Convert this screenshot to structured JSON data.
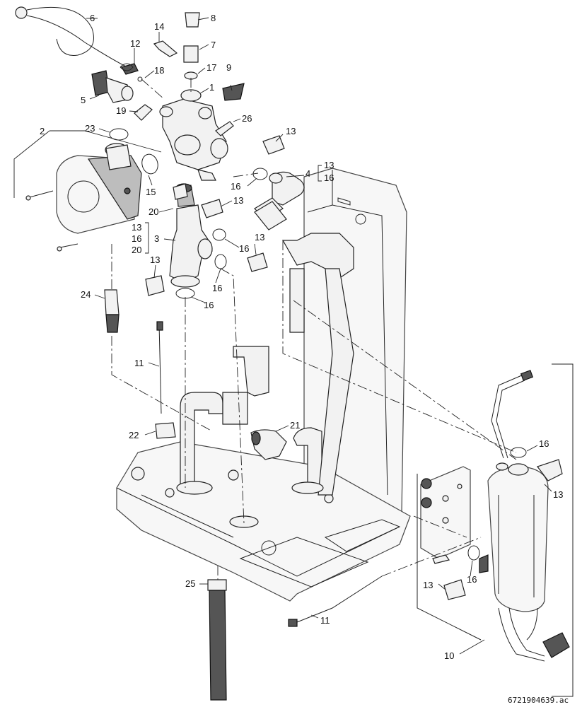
{
  "diagram": {
    "document_id": "6721904639.ac",
    "callouts": [
      {
        "id": "c1",
        "label": "1"
      },
      {
        "id": "c2",
        "label": "2"
      },
      {
        "id": "c3",
        "label": "3"
      },
      {
        "id": "c3-13",
        "label": "13"
      },
      {
        "id": "c3-16",
        "label": "16"
      },
      {
        "id": "c3-20",
        "label": "20"
      },
      {
        "id": "c4",
        "label": "4"
      },
      {
        "id": "c4-13",
        "label": "13"
      },
      {
        "id": "c4-16",
        "label": "16"
      },
      {
        "id": "c5",
        "label": "5"
      },
      {
        "id": "c6",
        "label": "6"
      },
      {
        "id": "c7",
        "label": "7"
      },
      {
        "id": "c8",
        "label": "8"
      },
      {
        "id": "c9",
        "label": "9"
      },
      {
        "id": "c10",
        "label": "10"
      },
      {
        "id": "c11a",
        "label": "11"
      },
      {
        "id": "c11b",
        "label": "11"
      },
      {
        "id": "c12",
        "label": "12"
      },
      {
        "id": "c13a",
        "label": "13"
      },
      {
        "id": "c13b",
        "label": "13"
      },
      {
        "id": "c13c",
        "label": "13"
      },
      {
        "id": "c13d",
        "label": "13"
      },
      {
        "id": "c13e",
        "label": "13"
      },
      {
        "id": "c13f",
        "label": "13"
      },
      {
        "id": "c14",
        "label": "14"
      },
      {
        "id": "c15",
        "label": "15"
      },
      {
        "id": "c16a",
        "label": "16"
      },
      {
        "id": "c16b",
        "label": "16"
      },
      {
        "id": "c16c",
        "label": "16"
      },
      {
        "id": "c16d",
        "label": "16"
      },
      {
        "id": "c16e",
        "label": "16"
      },
      {
        "id": "c16f",
        "label": "16"
      },
      {
        "id": "c17",
        "label": "17"
      },
      {
        "id": "c18",
        "label": "18"
      },
      {
        "id": "c19",
        "label": "19"
      },
      {
        "id": "c20",
        "label": "20"
      },
      {
        "id": "c21",
        "label": "21"
      },
      {
        "id": "c22",
        "label": "22"
      },
      {
        "id": "c23",
        "label": "23"
      },
      {
        "id": "c24",
        "label": "24"
      },
      {
        "id": "c25",
        "label": "25"
      },
      {
        "id": "c26",
        "label": "26"
      }
    ]
  }
}
